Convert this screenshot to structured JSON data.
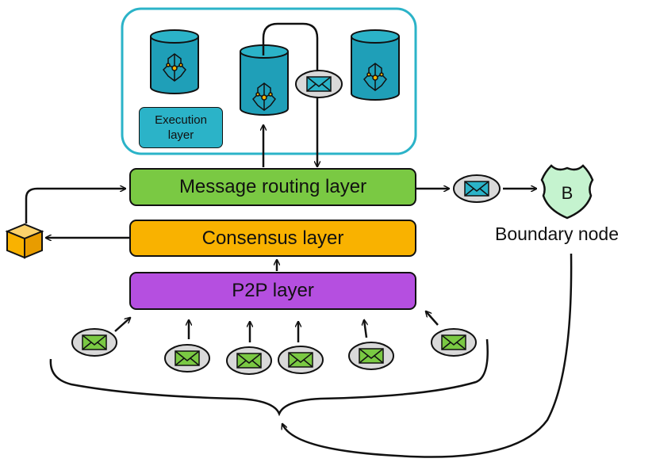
{
  "layers": {
    "message_routing": "Message routing layer",
    "consensus": "Consensus layer",
    "p2p": "P2P layer"
  },
  "execution": {
    "line1": "Execution",
    "line2": "layer"
  },
  "boundary": {
    "label": "Boundary node",
    "badge": "B"
  },
  "colors": {
    "message_routing": "#7ac943",
    "consensus": "#f9b200",
    "p2p": "#b54fe0",
    "execution_frame": "#2bb3c8",
    "canister": "#1f9fb8",
    "envelope_green": "#7ac943",
    "envelope_blue": "#2bb3c8",
    "block": "#f9b200",
    "shield": "#c5f3cf"
  },
  "icons": [
    "canister-icon",
    "envelope-icon",
    "block-cube-icon",
    "boundary-shield-icon",
    "arrow-icon"
  ]
}
